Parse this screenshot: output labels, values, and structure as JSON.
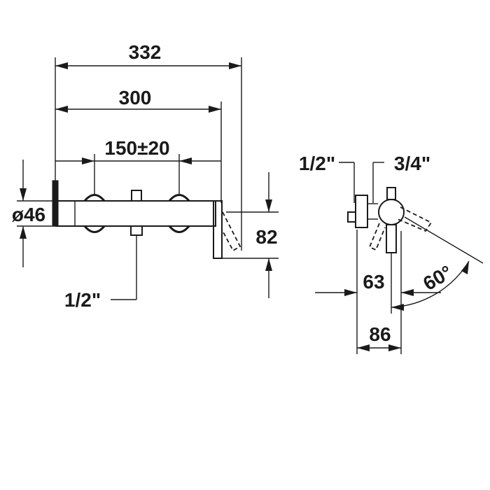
{
  "diagram": {
    "front_view": {
      "overall_length": "332",
      "length": "300",
      "inlet_spacing": "150±20",
      "diameter": "ø46",
      "height": "82",
      "inlet_thread": "1/2\""
    },
    "side_view": {
      "outlet_thread": "1/2\"",
      "inlet_thread": "3/4\"",
      "depth_1": "63",
      "depth_2": "86",
      "lever_angle": "60°"
    }
  }
}
